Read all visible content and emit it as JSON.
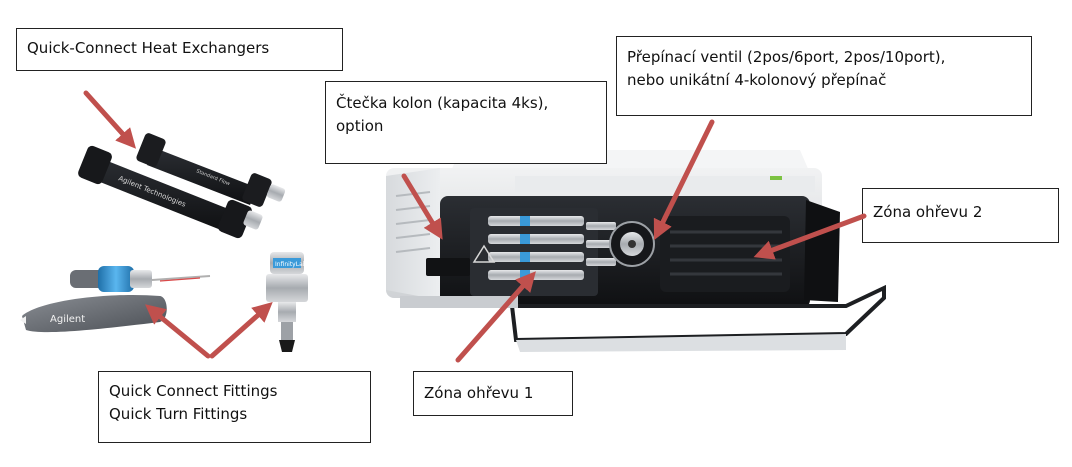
{
  "labels": {
    "heat_exchangers": "Quick-Connect Heat Exchangers",
    "column_reader_line1": "Čtečka kolon (kapacita 4ks),",
    "column_reader_line2": "option",
    "valve_line1": "Přepínací ventil (2pos/6port, 2pos/10port),",
    "valve_line2": "nebo unikátní 4-kolonový přepínač",
    "zone_2": "Zóna ohřevu 2",
    "zone_1": "Zóna ohřevu 1",
    "fittings_line1": "Quick Connect Fittings",
    "fittings_line2": "Quick Turn Fittings"
  },
  "product_print": {
    "exchanger_brand": "Agilent Technologies",
    "fitting_brand": "Agilent",
    "fitting_cap": "InfinityLab"
  },
  "colors": {
    "arrow": "#c0504d",
    "box_border": "#222222",
    "device_body": "#e4e6e8",
    "device_panel": "#1c1e21",
    "fitting_blue": "#3a9ad9",
    "status_led": "#7cc242"
  }
}
